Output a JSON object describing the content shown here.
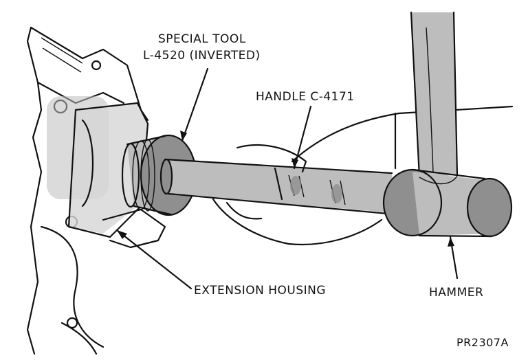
{
  "labels": {
    "special_tool_line1": "SPECIAL TOOL",
    "special_tool_line2": "L-4520 (INVERTED)",
    "handle": "HANDLE C-4171",
    "extension_housing": "EXTENSION HOUSING",
    "hammer": "HAMMER",
    "figure_id": "PR2307A"
  }
}
